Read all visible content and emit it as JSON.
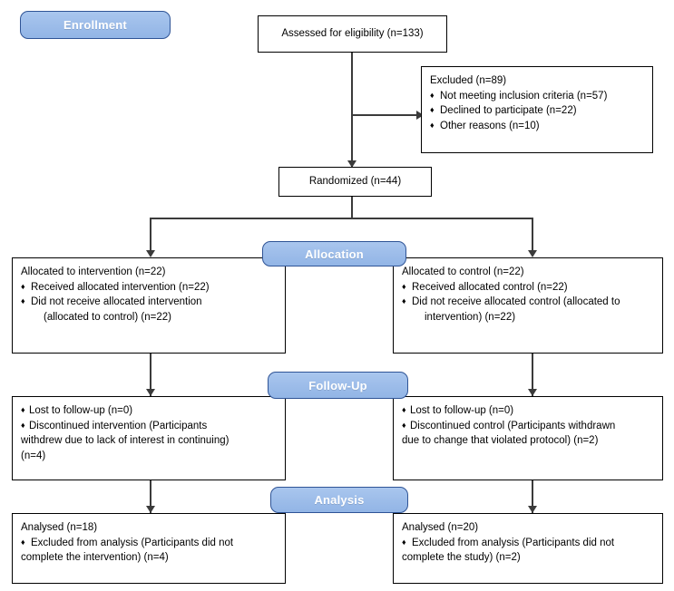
{
  "diagram": {
    "title": "CONSORT participant flow diagram",
    "accent_blue": "#9CBCE9",
    "accent_border": "#2F5496",
    "line_color": "#3b3b3b",
    "box_border": "#000000"
  },
  "stages": {
    "enrollment": "Enrollment",
    "allocation": "Allocation",
    "followup": "Follow-Up",
    "analysis": "Analysis"
  },
  "enrollment": {
    "assessed": "Assessed for eligibility (n=133)",
    "excluded_title": "Excluded (n=89)",
    "excluded_items": [
      "Not meeting inclusion criteria (n=57)",
      "Declined to participate (n=22)",
      "Other reasons (n=10)"
    ],
    "randomized": "Randomized (n=44)"
  },
  "allocation": {
    "intervention": {
      "title": "Allocated to intervention (n=22)",
      "item1": "Received allocated intervention (n=22)",
      "item2_line1": "Did not receive allocated intervention",
      "item2_line2": "(allocated to control) (n=22)"
    },
    "control": {
      "title": "Allocated to control (n=22)",
      "item1": "Received allocated control (n=22)",
      "item2_line1": "Did not receive allocated control (allocated to",
      "item2_line2": "intervention) (n=22)"
    }
  },
  "followup": {
    "intervention": {
      "item1": "Lost to follow-up (n=0)",
      "item2_line1": "Discontinued intervention (Participants",
      "item2_line2": "withdrew due to lack of interest in continuing)",
      "item2_line3": "(n=4)"
    },
    "control": {
      "item1": "Lost to follow-up (n=0)",
      "item2_line1": "Discontinued control (Participants withdrawn",
      "item2_line2": "due to change that violated protocol) (n=2)"
    }
  },
  "analysis": {
    "intervention": {
      "title": "Analysed (n=18)",
      "item1_line1": "Excluded from analysis (Participants did not",
      "item1_line2": "complete the intervention) (n=4)"
    },
    "control": {
      "title": "Analysed (n=20)",
      "item1_line1": "Excluded from analysis (Participants did not",
      "item1_line2": "complete the study) (n=2)"
    }
  },
  "bullet_glyph": "♦"
}
